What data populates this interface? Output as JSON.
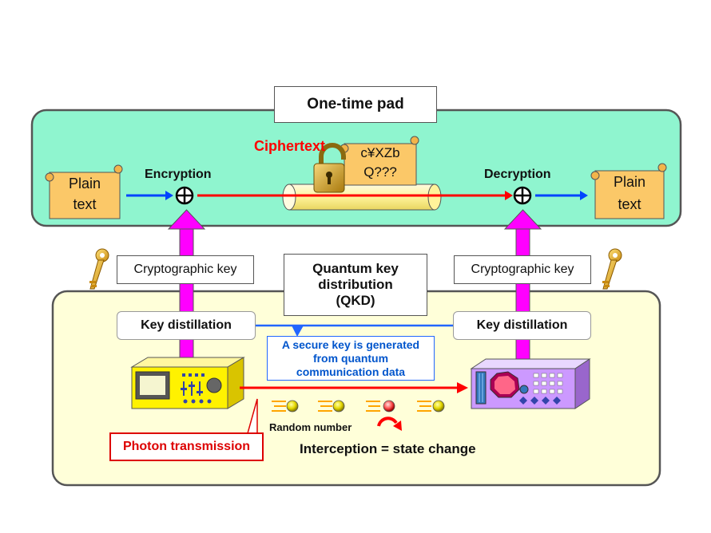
{
  "otp_title": "One-time pad",
  "ciphertext_label": "Ciphertext",
  "cipher_text_line1": "c¥XZb",
  "cipher_text_line2": "Q???",
  "encryption_label": "Encryption",
  "decryption_label": "Decryption",
  "plain_left_line1": "Plain",
  "plain_left_line2": "text",
  "plain_right_line1": "Plain",
  "plain_right_line2": "text",
  "crypto_key_left": "Cryptographic key",
  "crypto_key_right": "Cryptographic key",
  "qkd_title_line1": "Quantum key",
  "qkd_title_line2": "distribution",
  "qkd_title_line3": "(QKD)",
  "key_distill_left": "Key distillation",
  "key_distill_right": "Key distillation",
  "secure_key_line1": "A secure key is generated",
  "secure_key_line2": "from quantum",
  "secure_key_line3": "communication data",
  "random_number": "Random number",
  "photon_transmission": "Photon transmission",
  "interception": "Interception = state change",
  "xor_symbol": "⊕",
  "colors": {
    "otp_panel": "#8ff5cf",
    "qkd_panel": "#ffffd9",
    "key_arrow": "#ff00ff",
    "signal_arrow": "#ff0000",
    "plain_arrow": "#0044ff",
    "ciphertext_label": "#ff0000",
    "secure_key_text": "#0055cc",
    "photon_border": "#dd0000"
  },
  "icons": [
    "key-icon",
    "padlock-icon",
    "scroll-icon",
    "transmitter-device-icon",
    "receiver-device-icon",
    "photon-icon",
    "state-change-arrow-icon"
  ]
}
